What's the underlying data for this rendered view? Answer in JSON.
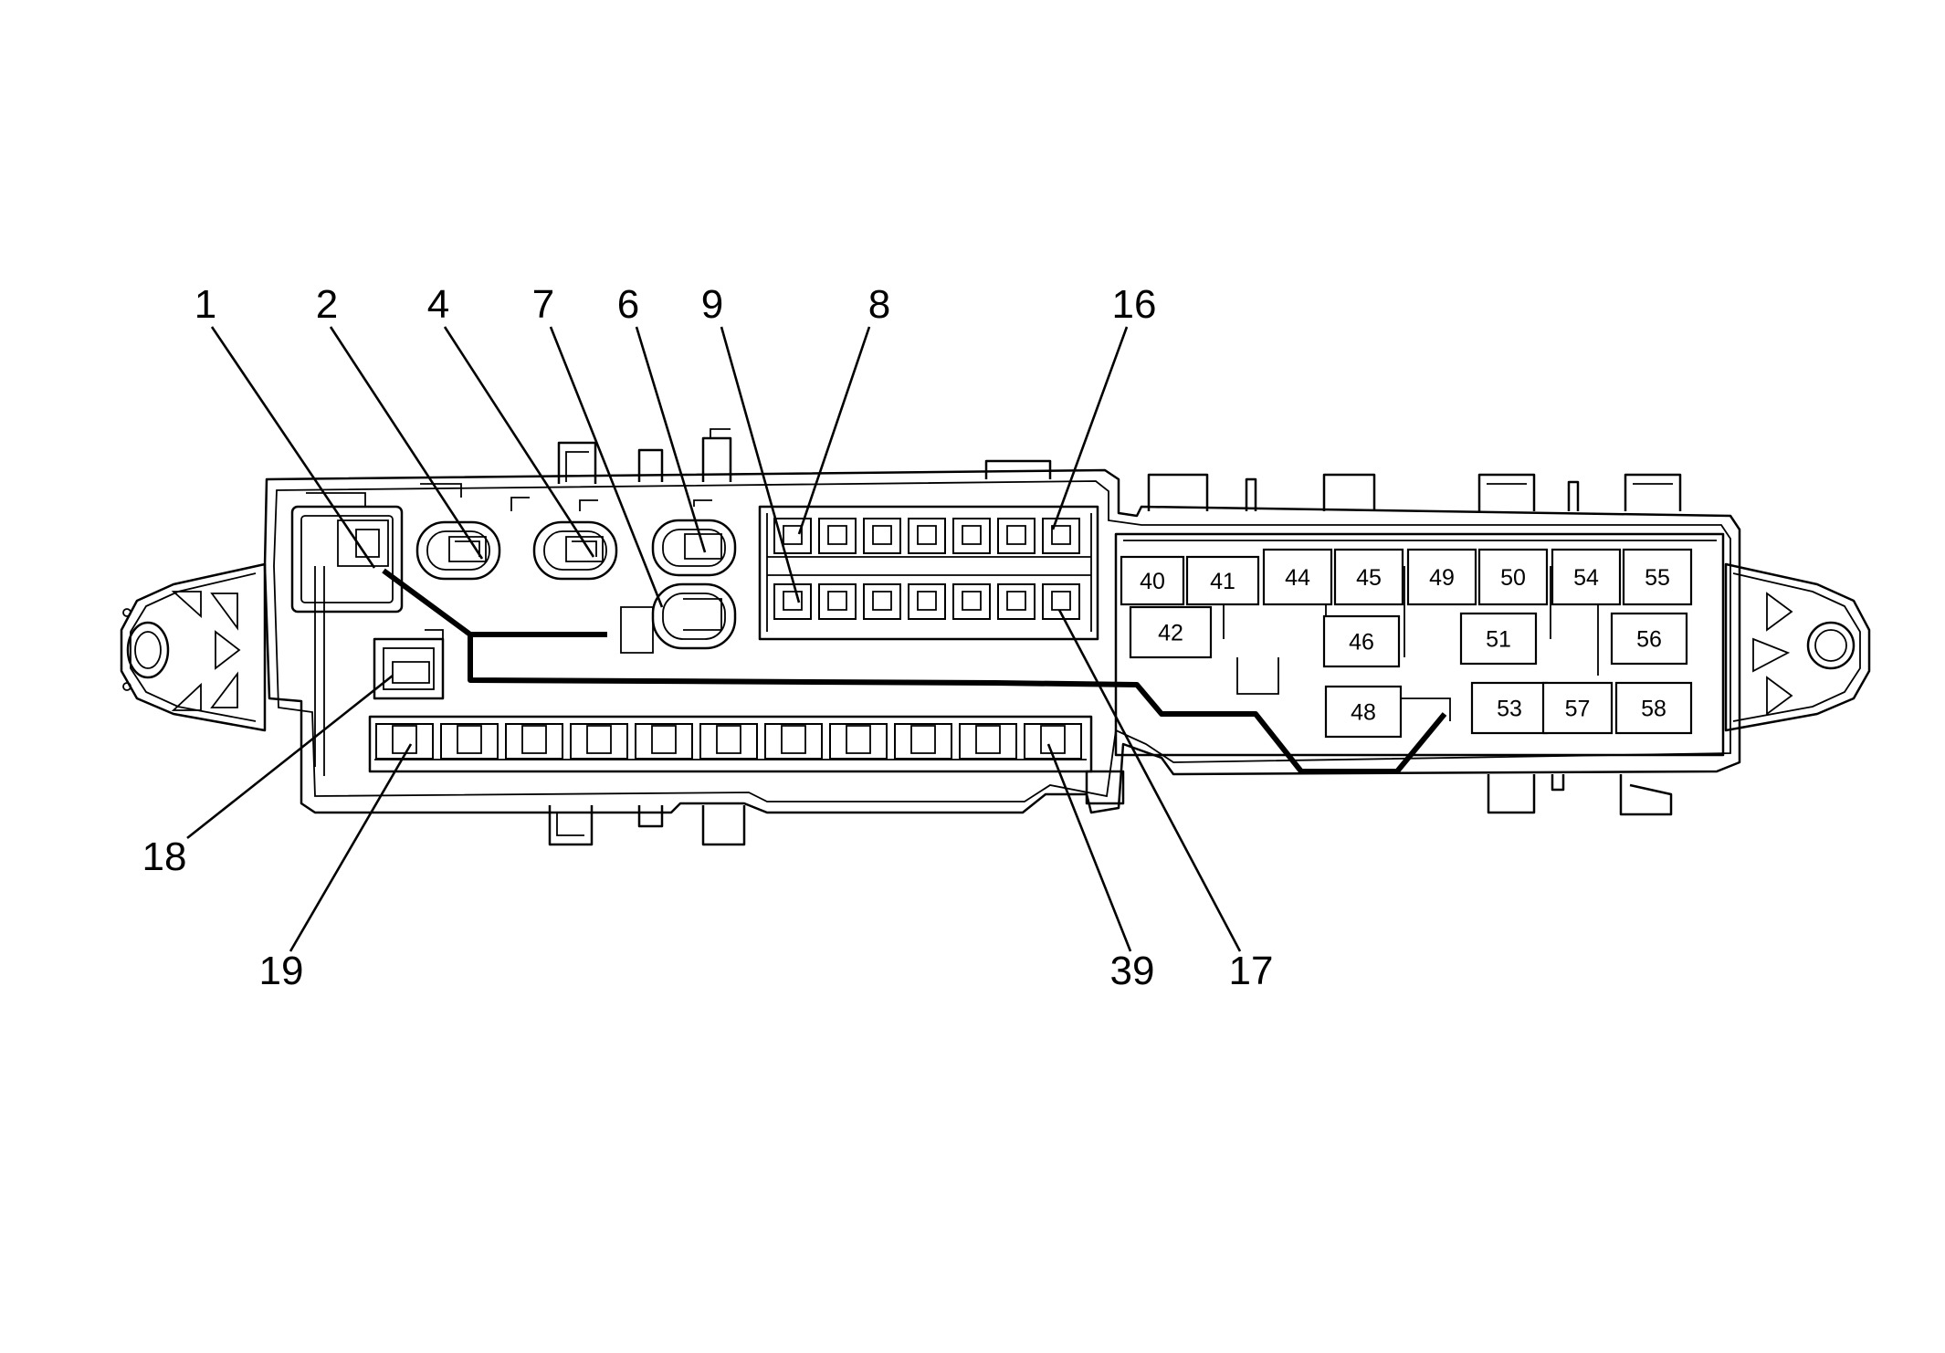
{
  "callouts": [
    {
      "id": "1",
      "label": "1"
    },
    {
      "id": "2",
      "label": "2"
    },
    {
      "id": "4",
      "label": "4"
    },
    {
      "id": "7",
      "label": "7"
    },
    {
      "id": "6",
      "label": "6"
    },
    {
      "id": "9",
      "label": "9"
    },
    {
      "id": "8",
      "label": "8"
    },
    {
      "id": "16",
      "label": "16"
    },
    {
      "id": "18",
      "label": "18"
    },
    {
      "id": "19",
      "label": "19"
    },
    {
      "id": "39",
      "label": "39"
    },
    {
      "id": "17",
      "label": "17"
    }
  ],
  "relay_slots": [
    {
      "label": "40"
    },
    {
      "label": "41"
    },
    {
      "label": "44"
    },
    {
      "label": "45"
    },
    {
      "label": "49"
    },
    {
      "label": "50"
    },
    {
      "label": "54"
    },
    {
      "label": "55"
    },
    {
      "label": "42"
    },
    {
      "label": "46"
    },
    {
      "label": "51"
    },
    {
      "label": "56"
    },
    {
      "label": "48"
    },
    {
      "label": "53"
    },
    {
      "label": "57"
    },
    {
      "label": "58"
    }
  ]
}
